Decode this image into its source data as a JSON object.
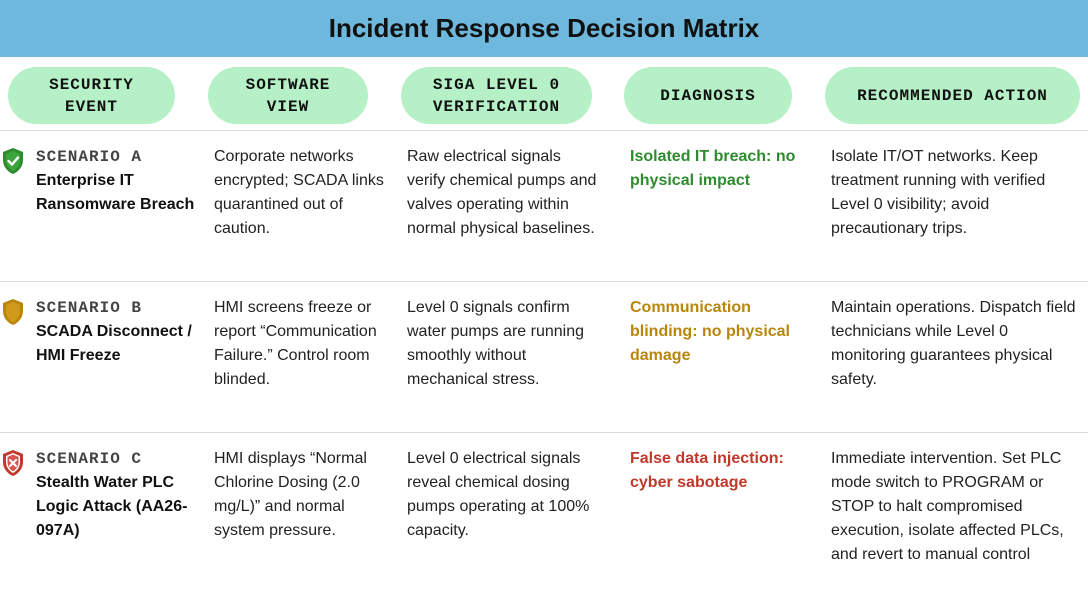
{
  "title": "Incident Response Decision Matrix",
  "headers": {
    "security_event": "SECURITY\nEVENT",
    "software_view": "SOFTWARE\nVIEW",
    "siga_verification": "SIGA LEVEL 0\nVERIFICATION",
    "diagnosis": "DIAGNOSIS",
    "recommended_action": "RECOMMENDED ACTION"
  },
  "colors": {
    "title_bg": "#6fb8dd",
    "pill_bg": "#b5f0c6",
    "green": "#2e8b2e",
    "amber": "#b8860b",
    "red": "#c0392b"
  },
  "rows": [
    {
      "icon": "shield-check-icon",
      "scenario": "SCENARIO A",
      "name": "Enterprise IT Ransomware Breach",
      "software_view": "Corporate networks encrypted; SCADA links quarantined out of caution.",
      "siga": "Raw electrical signals verify chemical pumps and valves operating within normal physical baselines.",
      "diagnosis": "Isolated IT breach: no physical impact",
      "action": "Isolate IT/OT networks. Keep treatment running with verified Level 0 visibility; avoid precautionary trips."
    },
    {
      "icon": "shield-icon",
      "scenario": "SCENARIO B",
      "name": "SCADA Disconnect / HMI Freeze",
      "software_view": "HMI screens freeze or report “Communication Failure.” Control room blinded.",
      "siga": "Level 0 signals confirm water pumps are running smoothly without mechanical stress.",
      "diagnosis": "Communication blinding: no physical damage",
      "action": "Maintain operations. Dispatch field technicians while Level 0 monitoring guarantees physical safety."
    },
    {
      "icon": "shield-x-icon",
      "scenario": "SCENARIO C",
      "name": "Stealth Water PLC Logic Attack (AA26-097A)",
      "software_view": "HMI displays “Normal Chlorine Dosing (2.0 mg/L)” and normal system pressure.",
      "siga": "Level 0 electrical signals reveal chemical dosing pumps operating at 100% capacity.",
      "diagnosis": "False data injection: cyber sabotage",
      "action": "Immediate intervention. Set PLC mode switch to PROGRAM or STOP to halt compromised execution, isolate affected PLCs, and revert to manual control"
    }
  ]
}
